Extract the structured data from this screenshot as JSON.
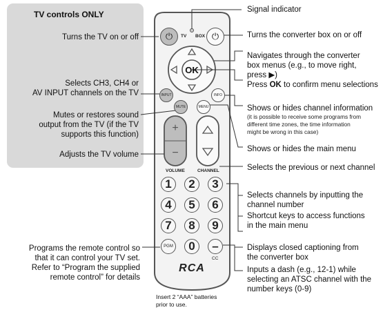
{
  "panel": {
    "title": "TV controls ONLY",
    "tv_power": "Turns the TV on or off",
    "input_line1": "Selects CH3, CH4 or",
    "input_line2": "AV INPUT channels on the TV",
    "mute_line1": "Mutes or restores sound",
    "mute_line2": "output from the TV (if the TV",
    "mute_line3": "supports this function)",
    "volume": "Adjusts the TV volume"
  },
  "left": {
    "pgm_line1": "Programs the remote control so",
    "pgm_line2": "that it can control your TV set.",
    "pgm_line3": "Refer to “Program the supplied",
    "pgm_line4": "remote control” for details"
  },
  "right": {
    "signal": "Signal indicator",
    "box_power": "Turns the converter box on or off",
    "nav_line1": "Navigates through the converter",
    "nav_line2": "box menus (e.g., to move right,",
    "nav_line3": "press ▶)",
    "ok_prefix": "Press ",
    "ok_bold": "OK",
    "ok_suffix": " to confirm menu selections",
    "info_line1": "Shows or hides channel information",
    "info_note1": "(it is possible to receive some programs from",
    "info_note2": "different time zones, the time information",
    "info_note3": "might be wrong in this case)",
    "menu": "Shows or hides the main menu",
    "channel": "Selects the previous or next channel",
    "num_line1": "Selects channels by inputting the",
    "num_line2": "channel number",
    "num_line3": "Shortcut keys to access functions",
    "num_line4": "in the main menu",
    "cc_line1": "Displays closed captioning from",
    "cc_line2": "the converter box",
    "dash_line1": "Inputs a dash (e.g., 12-1) while",
    "dash_line2": "selecting an ATSC channel with the",
    "dash_line3": "number keys (0-9)"
  },
  "battery": {
    "line1": "Insert 2 “AAA” batteries",
    "line2": "prior to use."
  },
  "remote": {
    "tv_label": "TV",
    "box_label": "BOX",
    "ok": "OK",
    "input": "INPUT",
    "info": "INFO",
    "mute": "MUTE",
    "menu": "MENU",
    "volume_label": "VOLUME",
    "channel_label": "CHANNEL",
    "plus": "+",
    "minus": "−",
    "keys": [
      "1",
      "2",
      "3",
      "4",
      "5",
      "6",
      "7",
      "8",
      "9"
    ],
    "key_0": "0",
    "pgm": "PGM",
    "dash": "–",
    "cc": "CC",
    "logo": "RCA"
  },
  "colors": {
    "panel_bg": "#d9d9d9",
    "remote_body": "#f3f3f3",
    "outline": "#555555"
  }
}
